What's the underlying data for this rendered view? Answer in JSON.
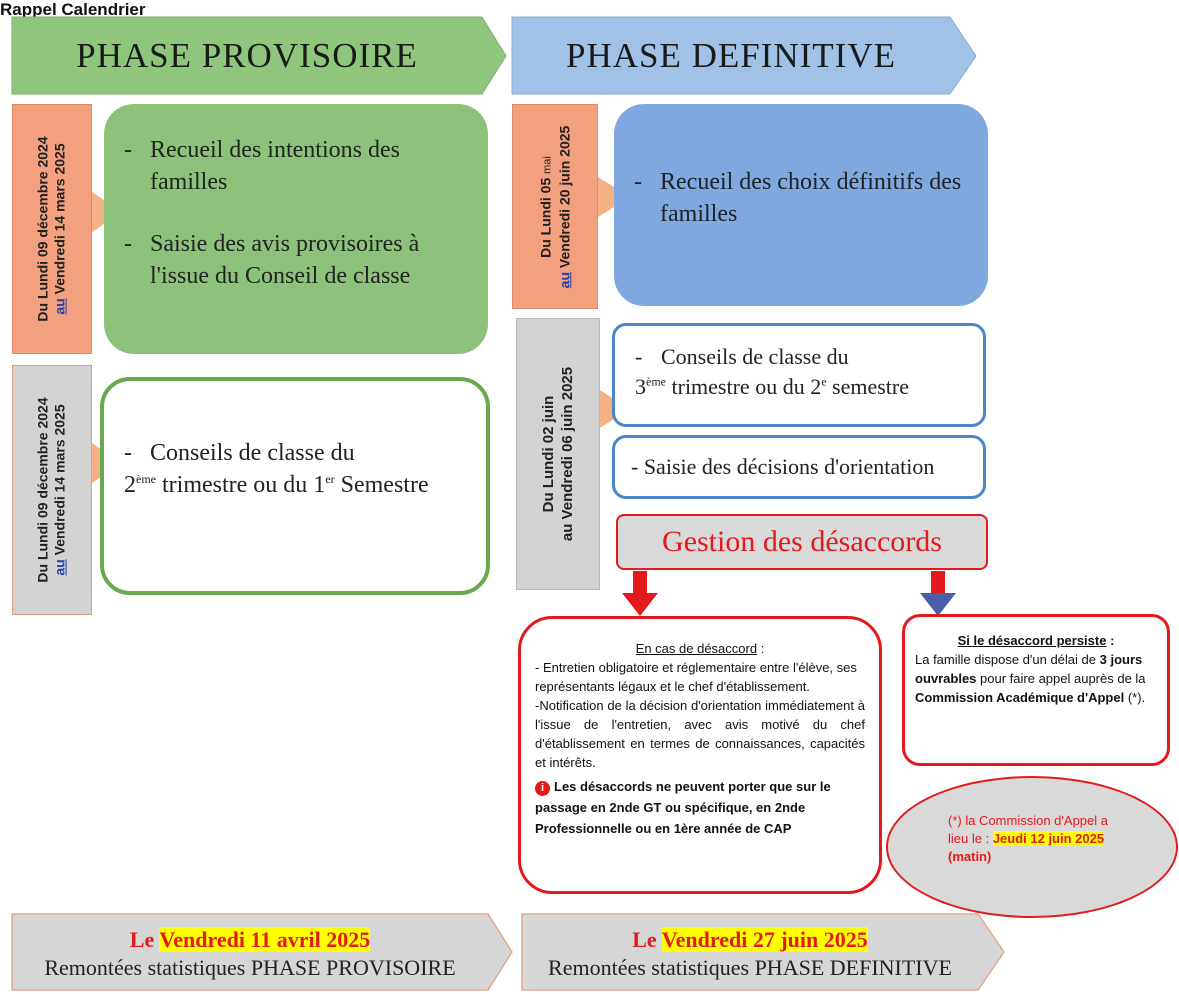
{
  "heading": "Rappel Calendrier",
  "phases": {
    "provisoire": {
      "title": "PHASE PROVISOIRE",
      "colors": {
        "banner": "#8fc77c",
        "card": "#8cc27a",
        "date_box": "#f4a582",
        "border": "#6aa84f"
      },
      "block1": {
        "date_line1": "Du Lundi 09 décembre 2024",
        "date_line2_prefix": "au",
        "date_line2_rest": " Vendredi 14 mars  2025",
        "items": [
          "Recueil des intentions des familles",
          "Saisie des avis provisoires à l'issue du Conseil de classe"
        ]
      },
      "block2": {
        "date_line1": "Du Lundi 09 décembre 2024",
        "date_line2_prefix": "au",
        "date_line2_rest": " Vendredi 14 mars  2025",
        "item_pre": "Conseils de classe du",
        "item_n1": "2",
        "item_sup1": "ème",
        "item_mid": " trimestre ou du 1",
        "item_sup2": "er",
        "item_end": " Semestre"
      }
    },
    "definitive": {
      "title": "PHASE DEFINITIVE",
      "colors": {
        "banner": "#9dc3e6",
        "card": "#7fa8e0",
        "date_box": "#f4a582",
        "border": "#4a86c8"
      },
      "block1": {
        "date_line1_a": "Du Lundi 05 ",
        "date_line1_b": "mai",
        "date_line2_prefix": "au",
        "date_line2_rest": " Vendredi 20 juin 2025",
        "item": "Recueil des choix définitifs des familles"
      },
      "block2": {
        "date_line1": "Du Lundi 02 juin",
        "date_line2": "au Vendredi 06 juin 2025",
        "item1_pre": "Conseils de classe du",
        "item1_n": "3",
        "item1_sup1": "ème",
        "item1_mid": " trimestre ou du 2",
        "item1_sup2": "e",
        "item1_end": " semestre",
        "item2": "- Saisie des décisions d'orientation"
      }
    }
  },
  "disagreements": {
    "title": "Gestion des désaccords",
    "case": {
      "heading": "En cas de désaccord",
      "heading_suffix": " :",
      "p1": "- Entretien obligatoire et réglementaire entre l'élève, ses représentants légaux et le chef d'établissement.",
      "p2": "-Notification de la décision d'orientation immédiatement à l'issue de l'entretien, avec avis motivé du chef d'établissement en termes de connaissances, capacités et intérêts.",
      "note": "Les désaccords ne peuvent porter que sur le passage en 2nde GT ou spécifique, en 2nde Professionnelle ou en 1ère année de CAP"
    },
    "persist": {
      "heading": "Si le désaccord persiste",
      "heading_suffix": " :",
      "p_a": "La famille dispose d'un délai de ",
      "p_b": "3 jours ouvrables",
      "p_c": " pour faire appel auprès de la ",
      "p_d": "Commission Académique d'Appel",
      "p_e": " (*)."
    },
    "appeal": {
      "pre": "(*) la Commission d'Appel a lieu le : ",
      "date": "Jeudi 12 juin 2025",
      "post": " (matin)"
    }
  },
  "footer": {
    "left": {
      "prefix": "Le ",
      "date": "Vendredi 11 avril 2025",
      "text": "Remontées statistiques PHASE PROVISOIRE"
    },
    "right": {
      "prefix": "Le ",
      "date": "Vendredi 27 juin 2025",
      "text": "Remontées statistiques PHASE DEFINITIVE"
    }
  }
}
